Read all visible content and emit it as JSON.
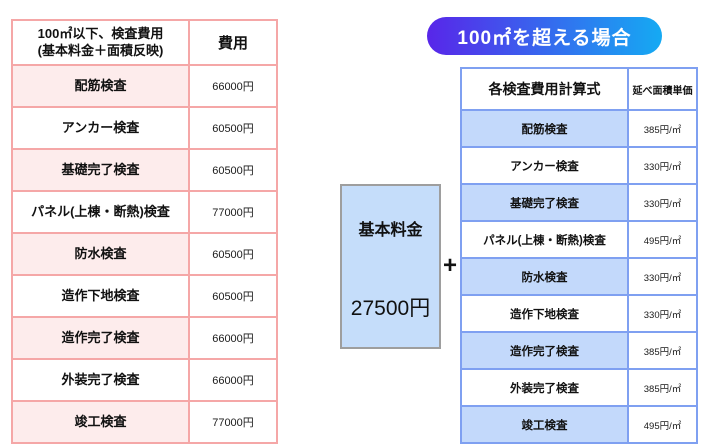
{
  "left_table": {
    "header": {
      "title_line1": "100㎡以下、検査費用",
      "title_line2": "(基本料金＋面積反映)",
      "fee_col": "費用"
    },
    "rows": [
      {
        "label": "配筋検査",
        "fee": "66000円"
      },
      {
        "label": "アンカー検査",
        "fee": "60500円"
      },
      {
        "label": "基礎完了検査",
        "fee": "60500円"
      },
      {
        "label": "パネル(上棟・断熱)検査",
        "fee": "77000円"
      },
      {
        "label": "防水検査",
        "fee": "60500円"
      },
      {
        "label": "造作下地検査",
        "fee": "60500円"
      },
      {
        "label": "造作完了検査",
        "fee": "66000円"
      },
      {
        "label": "外装完了検査",
        "fee": "66000円"
      },
      {
        "label": "竣工検査",
        "fee": "77000円"
      }
    ]
  },
  "badge": {
    "label": "100㎡を超える場合"
  },
  "base_fee_box": {
    "title": "基本料金",
    "amount": "27500円"
  },
  "operator": {
    "plus": "+"
  },
  "right_table": {
    "header": {
      "title": "各検査費用計算式",
      "unit_col": "延べ面積単価"
    },
    "rows": [
      {
        "label": "配筋検査",
        "unit_price": "385円/㎡"
      },
      {
        "label": "アンカー検査",
        "unit_price": "330円/㎡"
      },
      {
        "label": "基礎完了検査",
        "unit_price": "330円/㎡"
      },
      {
        "label": "パネル(上棟・断熱)検査",
        "unit_price": "495円/㎡"
      },
      {
        "label": "防水検査",
        "unit_price": "330円/㎡"
      },
      {
        "label": "造作下地検査",
        "unit_price": "330円/㎡"
      },
      {
        "label": "造作完了検査",
        "unit_price": "385円/㎡"
      },
      {
        "label": "外装完了検査",
        "unit_price": "385円/㎡"
      },
      {
        "label": "竣工検査",
        "unit_price": "495円/㎡"
      }
    ]
  },
  "colors": {
    "left_table_border": "#f5a7a7",
    "left_row_highlight": "#fdecec",
    "right_table_border": "#7fa0f1",
    "right_row_highlight": "#c3d9fb",
    "badge_gradient_start": "#5826e9",
    "badge_gradient_end": "#15aaf3",
    "base_box_bg": "#c5ddfa",
    "base_box_border": "#9e9e9e"
  }
}
